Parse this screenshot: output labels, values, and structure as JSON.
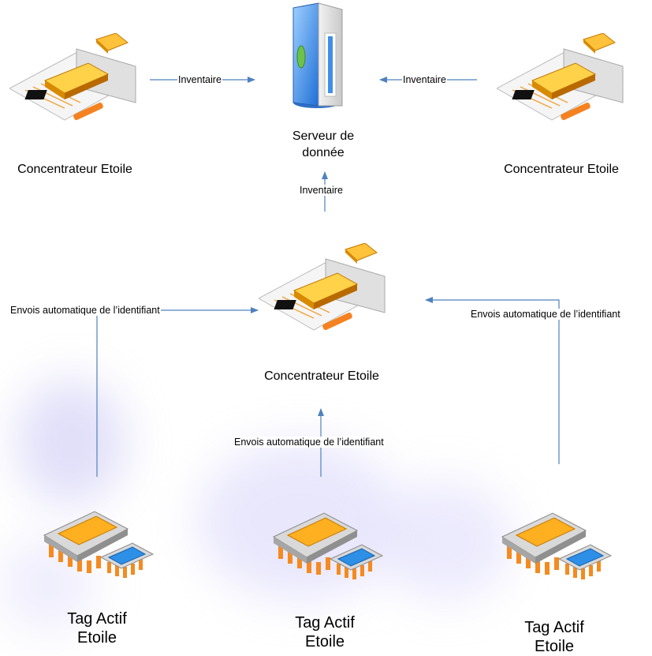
{
  "server": {
    "label_line1": "Serveur de",
    "label_line2": "donnée"
  },
  "hubs": {
    "left": {
      "label": "Concentrateur Etoile"
    },
    "right": {
      "label": "Concentrateur Etoile"
    },
    "center": {
      "label": "Concentrateur Etoile"
    }
  },
  "tags": {
    "left": {
      "line1": "Tag Actif",
      "line2": "Etoile"
    },
    "middle": {
      "line1": "Tag Actif",
      "line2": "Etoile"
    },
    "right": {
      "line1": "Tag Actif",
      "line2": "Etoile"
    }
  },
  "edges": {
    "left_to_server": "Inventaire",
    "right_to_server": "Inventaire",
    "center_to_server": "Inventaire",
    "tag_left_to_center": "Envois automatique de l’identifiant",
    "tag_right_to_center": "Envois automatique de l’identifiant",
    "tag_middle_to_center": "Envois automatique de l’identifiant"
  },
  "colors": {
    "arrow": "#4f81bd",
    "chip_orange": "#f7a21b",
    "chip_blue": "#2e8fe6",
    "server_blue": "#3d8fe8"
  }
}
